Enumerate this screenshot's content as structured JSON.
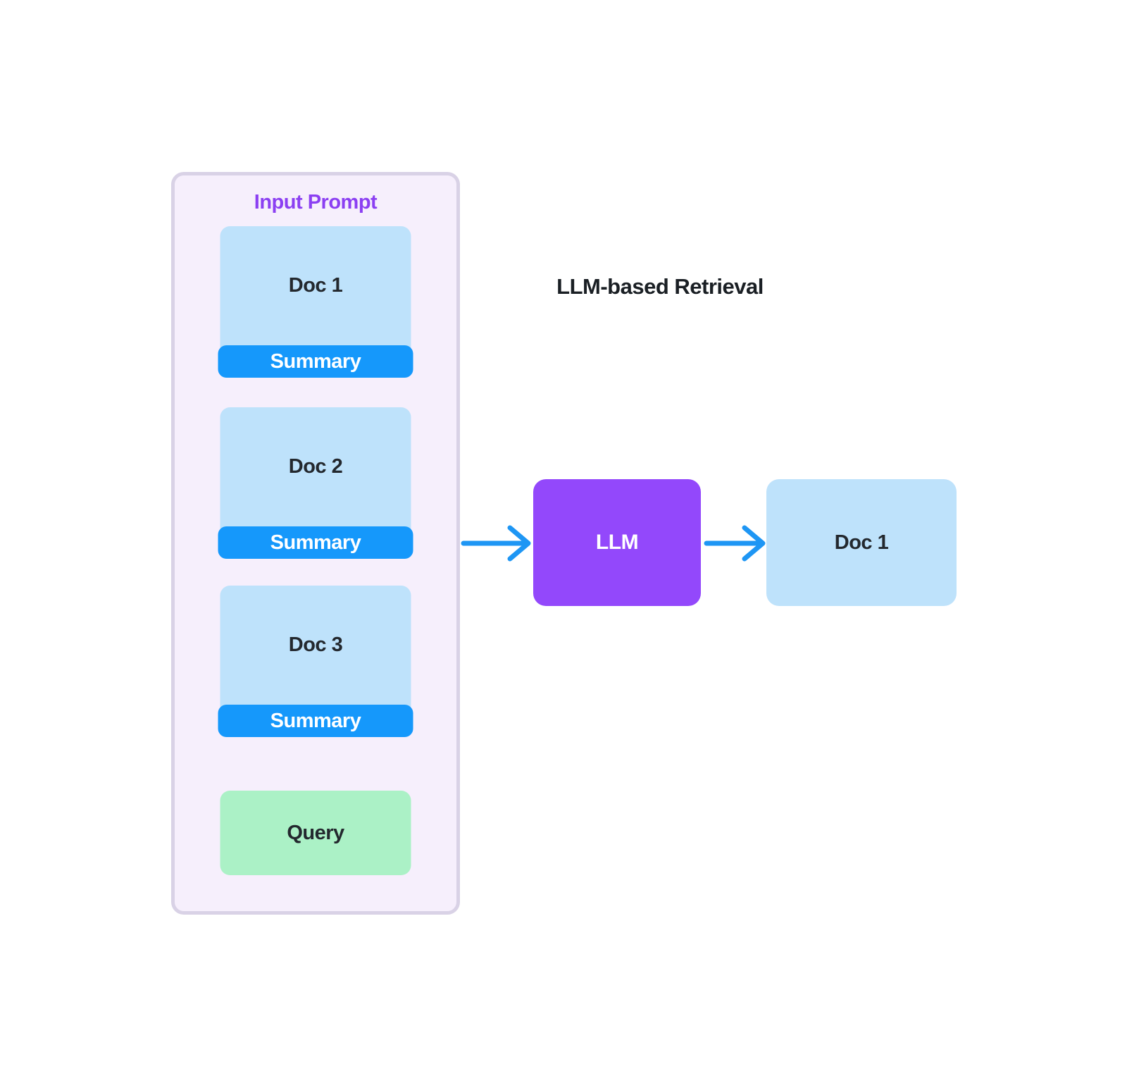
{
  "title": "LLM-based Retrieval",
  "panel": {
    "label": "Input Prompt",
    "docs": [
      {
        "label": "Doc 1",
        "badge": "Summary"
      },
      {
        "label": "Doc 2",
        "badge": "Summary"
      },
      {
        "label": "Doc 3",
        "badge": "Summary"
      }
    ],
    "query_label": "Query"
  },
  "nodes": {
    "llm_label": "LLM",
    "output_label": "Doc 1"
  },
  "colors": {
    "panel_bg": "#f6effc",
    "panel_border": "#d9d2e6",
    "panel_title_text": "#8b3ff2",
    "doc_card_bg": "#bee2fb",
    "summary_badge_bg": "#1598fb",
    "summary_badge_text": "#ffffff",
    "query_bg": "#abf1c6",
    "llm_bg": "#9348fb",
    "llm_text": "#ffffff",
    "arrow": "#1e96f4",
    "dark_text": "#23282e",
    "title_text": "#1a1f24",
    "background": "#ffffff"
  }
}
